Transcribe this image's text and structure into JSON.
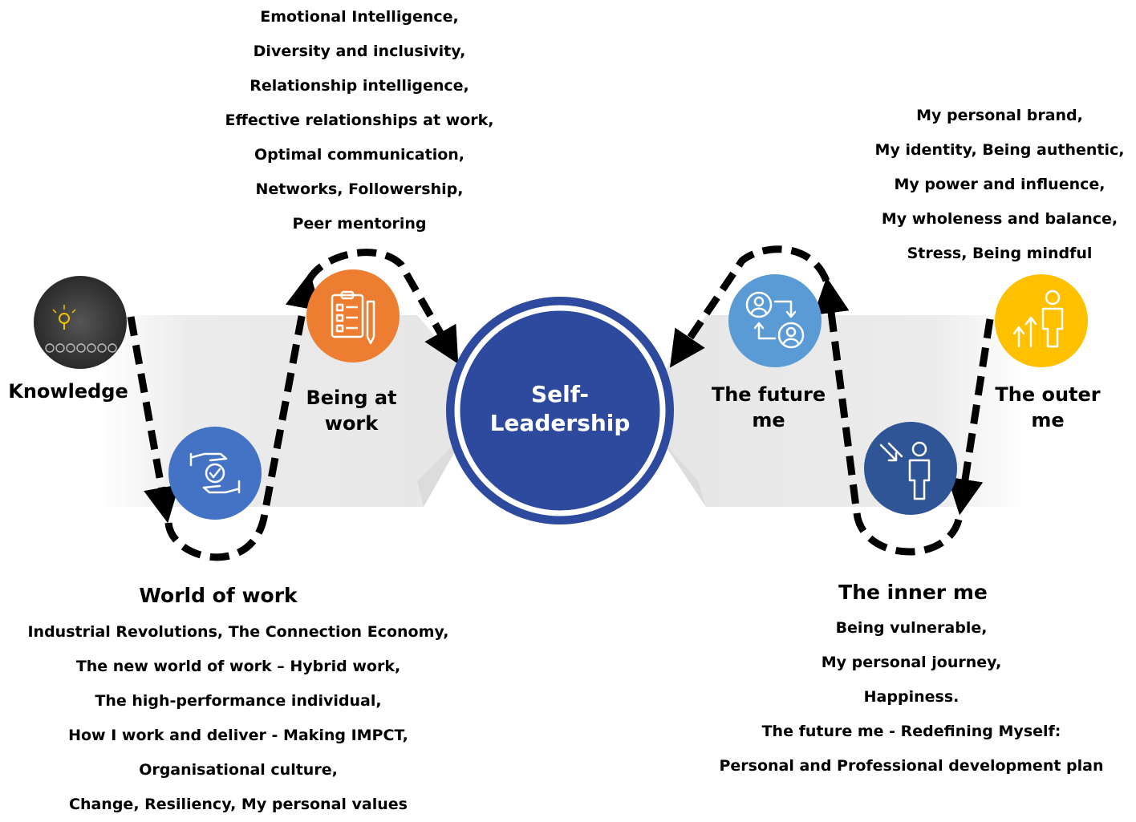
{
  "center": {
    "line1": "Self-",
    "line2": "Leadership"
  },
  "nodes": {
    "knowledge": {
      "label": "Knowledge"
    },
    "world_of_work": {
      "label": "World of work",
      "items": [
        "Industrial Revolutions, The Connection Economy,",
        "The new world of work – Hybrid work,",
        "The high-performance individual,",
        "How I work and deliver - Making IMPCT,",
        "Organisational culture,",
        "Change, Resiliency, My personal values"
      ]
    },
    "being_at_work": {
      "label_line1": "Being at",
      "label_line2": "work",
      "items": [
        "Emotional Intelligence,",
        "Diversity and inclusivity,",
        "Relationship intelligence,",
        "Effective relationships at work,",
        "Optimal communication,",
        "Networks, Followership,",
        "Peer mentoring"
      ]
    },
    "future_me": {
      "label_line1": "The future",
      "label_line2": "me"
    },
    "outer_me": {
      "label_line1": "The outer",
      "label_line2": "me",
      "items": [
        "My personal brand,",
        "My identity, Being authentic,",
        "My power and influence,",
        "My wholeness and balance,",
        "Stress, Being mindful"
      ]
    },
    "inner_me": {
      "label": "The inner me",
      "items": [
        "Being vulnerable,",
        "My personal journey,",
        "Happiness.",
        "The future me - Redefining Myself:",
        "Personal and Professional development plan"
      ]
    }
  },
  "colors": {
    "center_fill": "#2e4a9e",
    "being_at_work": "#ed7d31",
    "world_of_work": "#4472c4",
    "future_me": "#5b9bd5",
    "outer_me": "#ffc000",
    "inner_me": "#2f5597",
    "knowledge": "#3a3a3a",
    "band": "#ececec"
  },
  "icons": {
    "knowledge": "lightbulb-icon",
    "world_of_work": "hands-check-icon",
    "being_at_work": "checklist-icon",
    "future_me": "people-exchange-icon",
    "outer_me": "person-growth-icon",
    "inner_me": "person-inward-icon"
  }
}
